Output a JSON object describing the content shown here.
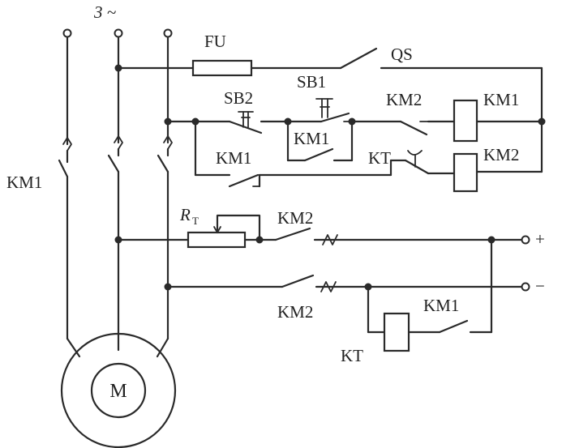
{
  "labels": {
    "phase": "3 ~",
    "fuse": "FU",
    "switch": "QS",
    "sb2": "SB2",
    "sb1": "SB1",
    "km2_top": "KM2",
    "km1_coil_label": "KM1",
    "km1_self_hold": "KM1",
    "km1_interlock": "KM1",
    "kt_contact": "KT",
    "km2_coil_label": "KM2",
    "km1_main": "KM1",
    "rt_main": "R",
    "rt_sub": "T",
    "km2_dc_top": "KM2",
    "plus": "+",
    "minus": "−",
    "km2_dc_bottom": "KM2",
    "km1_dc": "KM1",
    "kt_coil": "KT",
    "motor": "M"
  }
}
